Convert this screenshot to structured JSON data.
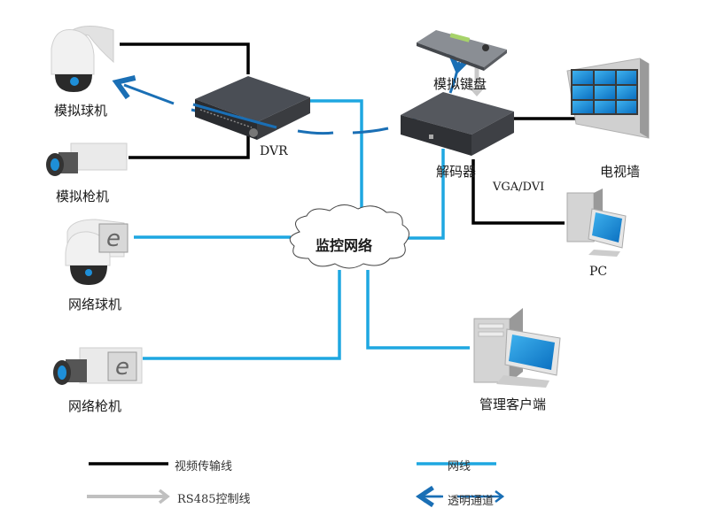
{
  "devices": {
    "analog_dome": "模拟球机",
    "analog_bullet": "模拟枪机",
    "network_dome": "网络球机",
    "network_bullet": "网络枪机",
    "dvr": "DVR",
    "keyboard": "模拟键盘",
    "decoder": "解码器",
    "video_wall": "电视墙",
    "vga_dvi": "VGA/DVI",
    "pc": "PC",
    "network": "监控网络",
    "mgmt_client": "管理客户端"
  },
  "legend": {
    "video_line": "视频传输线",
    "network_line": "网线",
    "rs485_line": "RS485控制线",
    "transparent_channel": "透明通道"
  },
  "colors": {
    "video_line": "#000000",
    "network_line": "#1ea7e1",
    "rs485_line": "#c0c0c0",
    "transparent_channel": "#1a6fb5"
  }
}
